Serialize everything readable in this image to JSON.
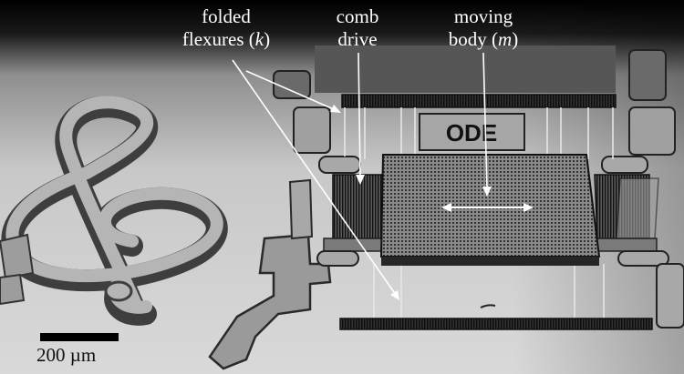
{
  "labels": {
    "folded_flexures": {
      "line1": "folded",
      "line2_text": "flexures (",
      "line2_var": "k",
      "line2_close": ")"
    },
    "comb_drive": {
      "line1": "comb",
      "line2": "drive"
    },
    "moving_body": {
      "line1": "moving",
      "line2_text": "body (",
      "line2_var": "m",
      "line2_close": ")"
    }
  },
  "scale_bar": {
    "label": "200 µm"
  },
  "colors": {
    "label_text": "#ffffff",
    "background_top": "#000000",
    "substrate": "#c9c9c9",
    "arrow": "#ffffff"
  }
}
